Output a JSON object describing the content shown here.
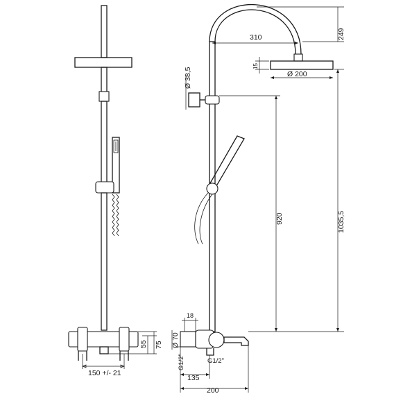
{
  "dimensions": {
    "arm_length": "310",
    "top_height": "249",
    "head_thickness": "15",
    "head_diameter": "Ø 200",
    "holder_diameter": "Ø 38,5",
    "slide_height": "920",
    "total_height": "1035,5",
    "wall_offset": "18",
    "mixer_diameter": "Ø 70",
    "inlet_thread": "G1/2\"",
    "outlet_thread": "G1/2\"",
    "spout_reach": "135",
    "overall_depth": "200",
    "bottom_55": "55",
    "bottom_75": "75",
    "centres": "150 +/- 21"
  }
}
